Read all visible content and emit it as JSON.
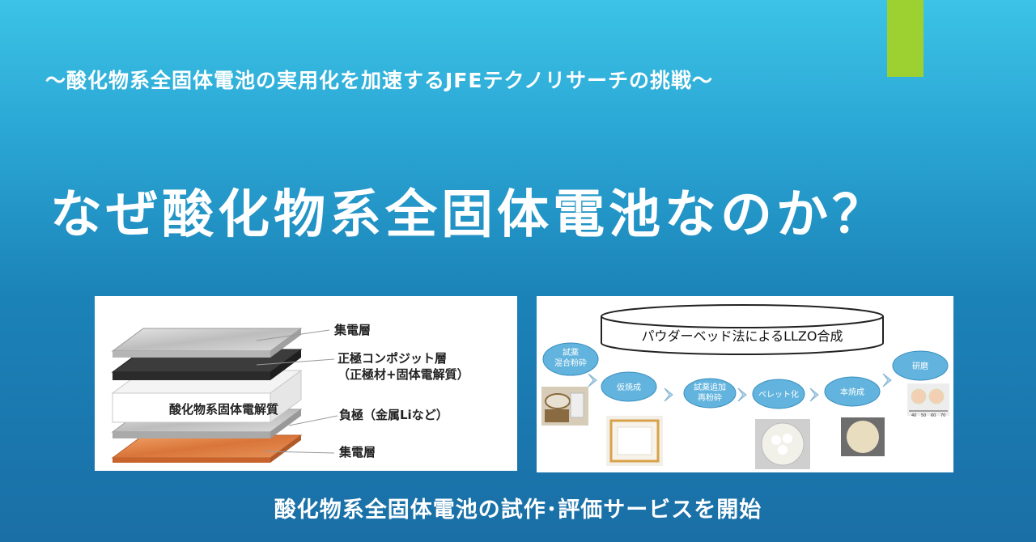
{
  "slide": {
    "subtitle": "～酸化物系全固体電池の実用化を加速するJFEテクノリサーチの挑戦～",
    "title": "なぜ酸化物系全固体電池なのか？",
    "caption": "酸化物系全固体電池の試作･評価サービスを開始",
    "accent_color": "#9dd132"
  },
  "battery_diagram": {
    "label_collector_top": "集電層",
    "label_cathode": "正極コンポジット層",
    "label_cathode_sub": "（正極材+固体電解質）",
    "label_electrolyte": "酸化物系固体電解質",
    "label_anode": "負極（金属Liなど）",
    "label_collector_bottom": "集電層"
  },
  "process_flow": {
    "heading": "パウダーベッド法によるLLZO合成",
    "step1": [
      "試薬",
      "混合粉砕"
    ],
    "step2": "仮焼成",
    "step3": [
      "試薬追加",
      "再粉砕"
    ],
    "step4": "ペレット化",
    "step5": "本焼成",
    "step6": "研磨",
    "scale_ticks": [
      "40",
      "50",
      "60",
      "70"
    ]
  }
}
